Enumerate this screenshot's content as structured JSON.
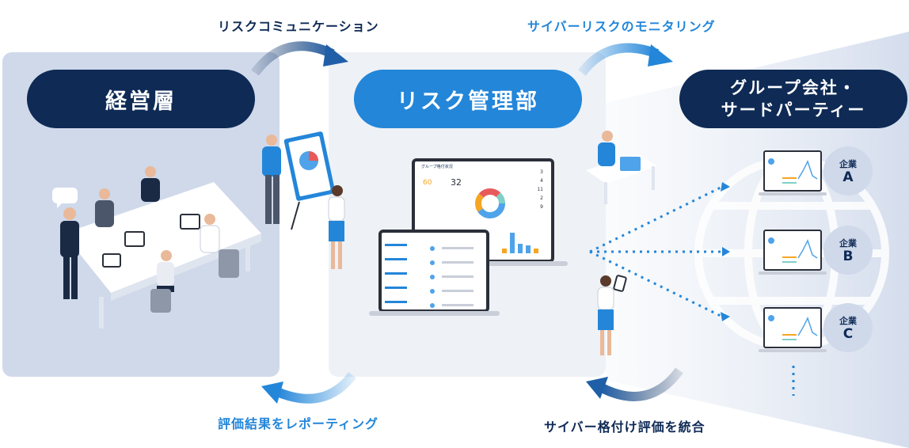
{
  "labels": {
    "risk_communication": "リスクコミュニケーション",
    "cyber_monitoring": "サイバーリスクのモニタリング",
    "reporting": "評価結果をレポーティング",
    "integrate_ratings": "サイバー格付け評価を統合"
  },
  "nodes": {
    "management": "経営層",
    "risk_dept": "リスク管理部",
    "group_line1": "グループ会社・",
    "group_line2": "サードパーティー"
  },
  "companies": [
    {
      "prefix": "企業",
      "letter": "A"
    },
    {
      "prefix": "企業",
      "letter": "B"
    },
    {
      "prefix": "企業",
      "letter": "C"
    }
  ],
  "dashboard": {
    "title": "グループ格付状況",
    "big_number": "32",
    "numbers": [
      "3",
      "4",
      "11",
      "2",
      "9"
    ]
  },
  "colors": {
    "navy": "#0e2a55",
    "blue": "#2386d9",
    "panel_left": "#cfd9ea",
    "panel_mid": "#eef1f6"
  }
}
